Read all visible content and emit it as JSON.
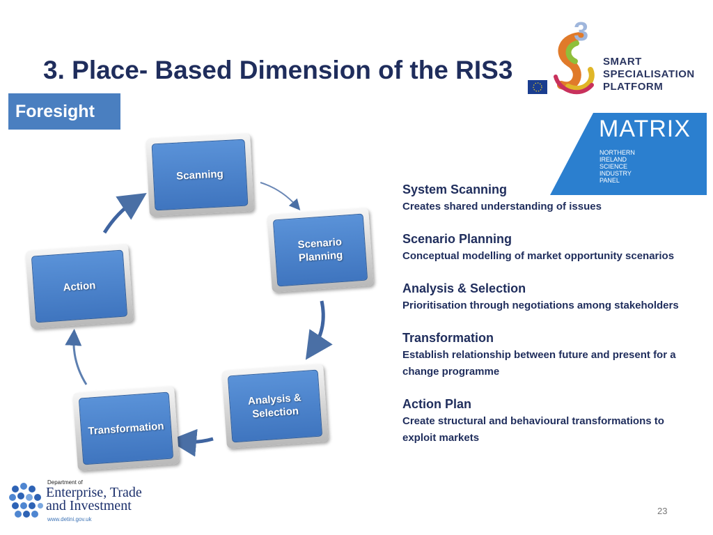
{
  "title": "3. Place- Based Dimension of the RIS3",
  "foresight_label": "Foresight",
  "cycle": {
    "nodes": [
      {
        "id": "scanning",
        "line1": "Scanning",
        "line2": ""
      },
      {
        "id": "scenario",
        "line1": "Scenario",
        "line2": "Planning"
      },
      {
        "id": "analysis",
        "line1": "Analysis &",
        "line2": "Selection"
      },
      {
        "id": "transformation",
        "line1": "Transformation",
        "line2": ""
      },
      {
        "id": "action",
        "line1": "Action",
        "line2": ""
      }
    ]
  },
  "steps": [
    {
      "title": "System Scanning",
      "desc": "Creates shared understanding of issues"
    },
    {
      "title": "Scenario Planning",
      "desc": "Conceptual modelling of market opportunity scenarios"
    },
    {
      "title": "Analysis & Selection",
      "desc": "Prioritisation through negotiations among stakeholders"
    },
    {
      "title": "Transformation",
      "desc": "Establish relationship between future and present for a change programme"
    },
    {
      "title": "Action Plan",
      "desc": "Create structural and behavioural transformations to exploit markets"
    }
  ],
  "s3_logo": {
    "numeral": "3",
    "line1": "SMART",
    "line2": "SPECIALISATION",
    "line3": "PLATFORM"
  },
  "matrix_logo": {
    "word": "MATRIX",
    "sub1": "NORTHERN",
    "sub2": "IRELAND",
    "sub3": "SCIENCE",
    "sub4": "INDUSTRY",
    "sub5": "PANEL"
  },
  "deti_logo": {
    "small": "Department of",
    "line1": "Enterprise, Trade",
    "line2": "and Investment",
    "url": "www.detini.gov.uk"
  },
  "page_number": "23",
  "colors": {
    "title": "#1f2d5c",
    "accent": "#4a7fc0",
    "node": "#4a82cc"
  }
}
